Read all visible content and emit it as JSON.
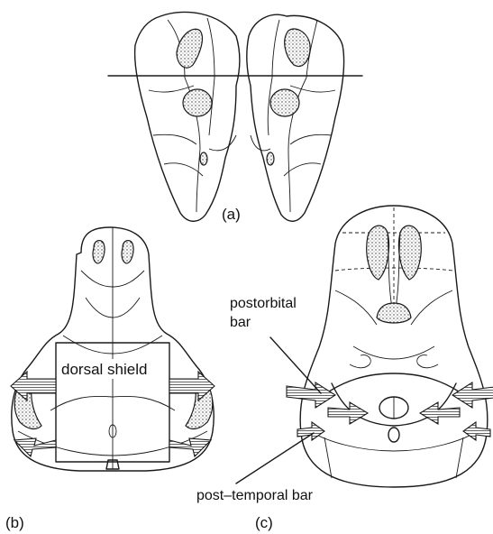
{
  "labels": {
    "panel_a": "(a)",
    "panel_b": "(b)",
    "panel_c": "(c)",
    "dorsal_shield": "dorsal shield",
    "postorbital_line1": "postorbital",
    "postorbital_line2": "bar",
    "post_temporal_bar": "post–temporal bar"
  }
}
